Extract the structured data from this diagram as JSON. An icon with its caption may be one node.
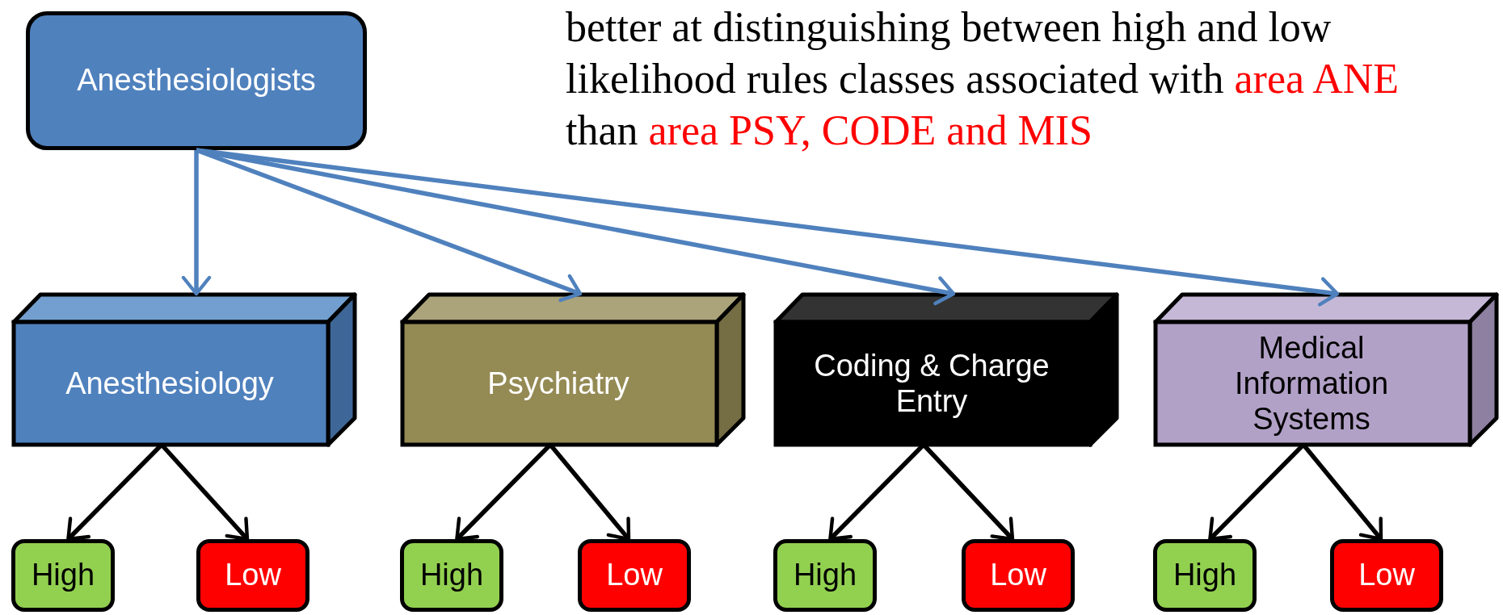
{
  "diagram": {
    "nodes": [
      {
        "text": [
          "Anesthesiologists"
        ]
      },
      {
        "text": [
          "Anesthesiology"
        ]
      },
      {
        "text": [
          "Psychiatry"
        ]
      },
      {
        "text": [
          "Coding & Charge Entry"
        ]
      },
      {
        "text": [
          "Medical Information Systems"
        ]
      },
      {
        "text": [
          "High"
        ]
      },
      {
        "text": [
          "Low"
        ]
      },
      {
        "text": [
          "High"
        ]
      },
      {
        "text": [
          "Low"
        ]
      },
      {
        "text": [
          "High"
        ]
      },
      {
        "text": [
          "Low"
        ]
      },
      {
        "text": [
          "High"
        ]
      },
      {
        "text": [
          "Low"
        ]
      }
    ],
    "edges": [
      {
        "from": 0,
        "to": 1,
        "arrow": "to",
        "color": "#4f81bd"
      },
      {
        "from": 0,
        "to": 2,
        "arrow": "to",
        "color": "#4f81bd"
      },
      {
        "from": 0,
        "to": 3,
        "arrow": "to",
        "color": "#4f81bd"
      },
      {
        "from": 0,
        "to": 4,
        "arrow": "to",
        "color": "#4f81bd"
      },
      {
        "from": 1,
        "to": 5,
        "arrow": "to"
      },
      {
        "from": 1,
        "to": 6,
        "arrow": "to"
      },
      {
        "from": 2,
        "to": 7,
        "arrow": "to"
      },
      {
        "from": 2,
        "to": 8,
        "arrow": "to"
      },
      {
        "from": 3,
        "to": 9,
        "arrow": "to"
      },
      {
        "from": 3,
        "to": 10,
        "arrow": "to"
      },
      {
        "from": 4,
        "to": 11,
        "arrow": "to"
      },
      {
        "from": 4,
        "to": 12,
        "arrow": "to"
      }
    ],
    "labels": [
      "better at distinguishing between high and low likelihood rules classes associated with **area ANE** than **area PSY, CODE and MIS**"
    ]
  }
}
